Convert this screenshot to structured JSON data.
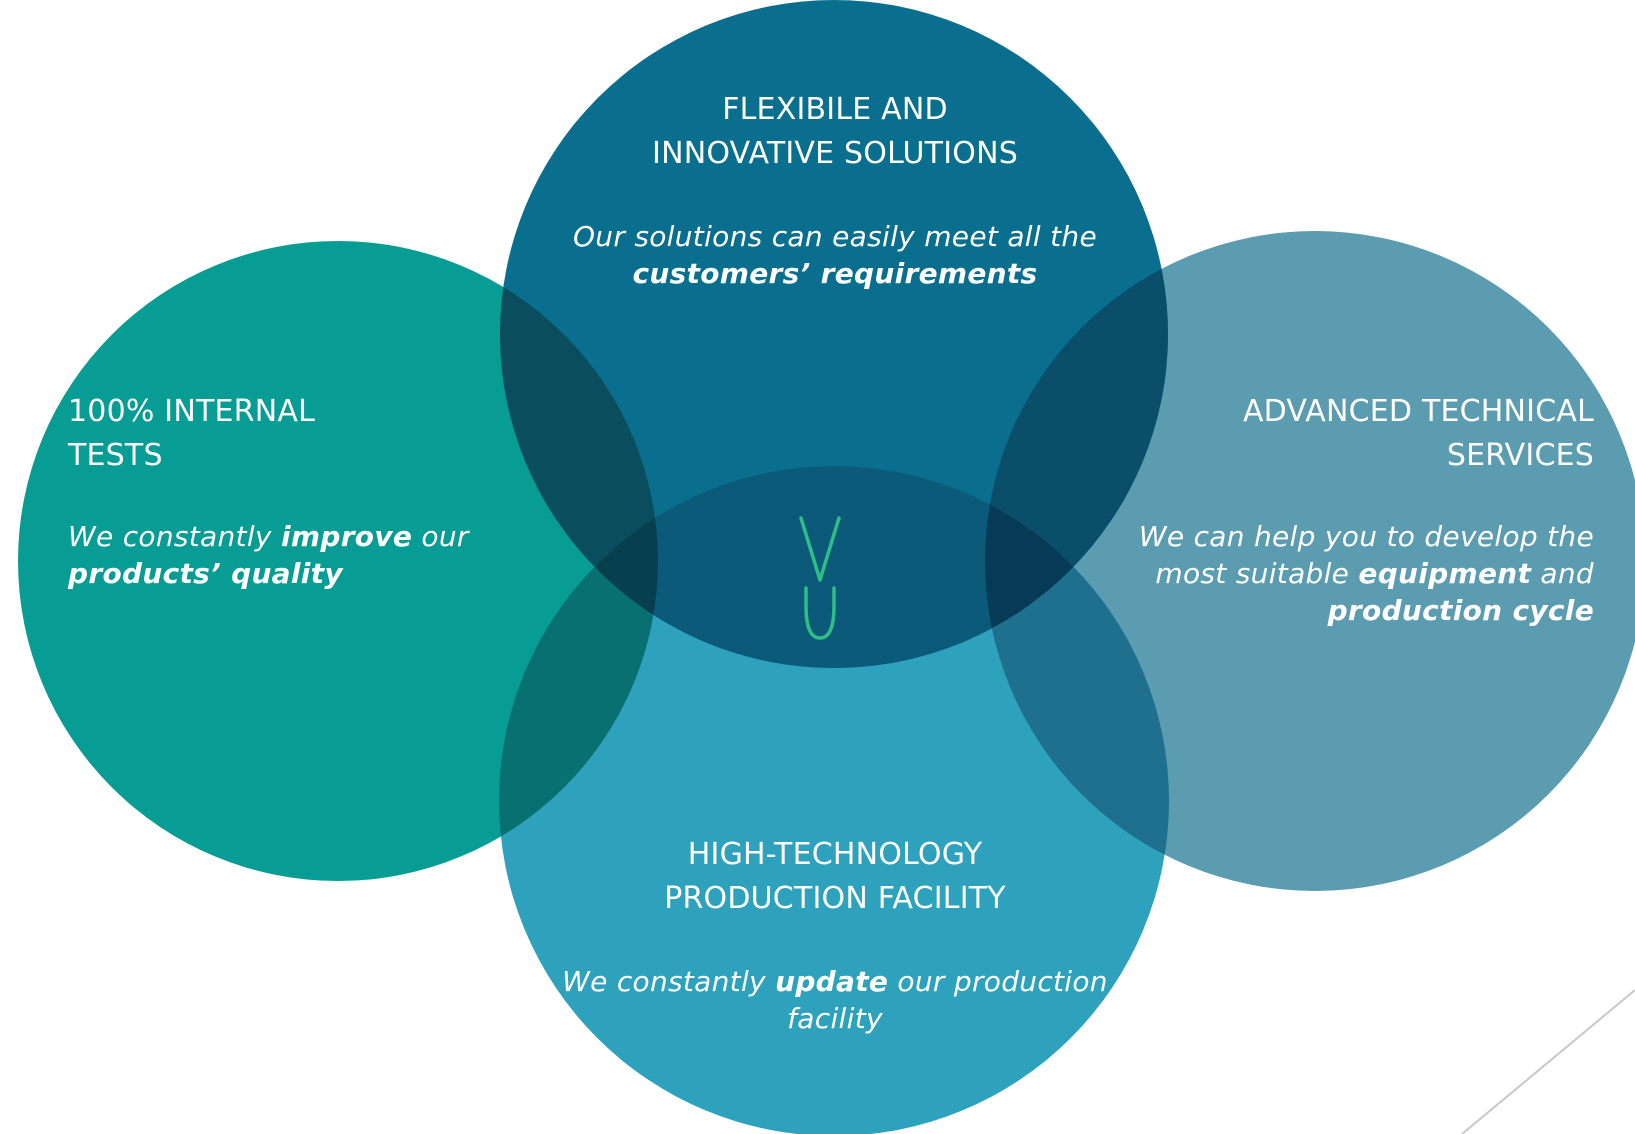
{
  "diagram": {
    "colors": {
      "background": "#ffffff",
      "left_circle": "#079c94",
      "top_circle": "#0a6f8f",
      "right_circle": "#5c9cb0",
      "bottom_circle": "#2ea2bd",
      "text": "#ffffff",
      "logo": "#2fbf86"
    },
    "logo_icon": "vu-logo-icon",
    "top": {
      "heading_line1": "FLEXIBILE AND",
      "heading_line2": "INNOVATIVE SOLUTIONS",
      "desc_part1": "Our solutions can easily meet all the ",
      "desc_bold1": "customers’ requirements"
    },
    "left": {
      "heading_line1": "100% INTERNAL",
      "heading_line2": "TESTS",
      "desc_part1": "We constantly ",
      "desc_bold1": "improve",
      "desc_part2": " our ",
      "desc_bold2": "products’ quality"
    },
    "right": {
      "heading_line1": "ADVANCED TECHNICAL",
      "heading_line2": "SERVICES",
      "desc_part1": "We can help you to develop the most suitable ",
      "desc_bold1": "equipment",
      "desc_part2": " and ",
      "desc_bold2": "production cycle"
    },
    "bottom": {
      "heading_line1": "HIGH-TECHNOLOGY",
      "heading_line2": "PRODUCTION FACILITY",
      "desc_part1": "We constantly ",
      "desc_bold1": "update",
      "desc_part2": " our production facility"
    }
  }
}
